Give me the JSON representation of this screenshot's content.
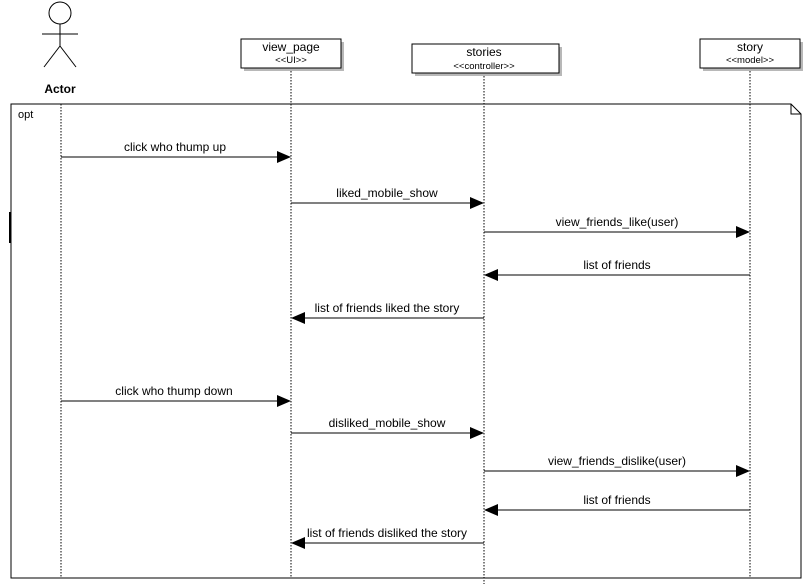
{
  "diagram": {
    "type": "sequence",
    "actor": {
      "label": "Actor"
    },
    "lifelines": [
      {
        "id": "view_page",
        "title": "view_page",
        "stereotype": "<<UI>>"
      },
      {
        "id": "stories",
        "title": "stories",
        "stereotype": "<<controller>>"
      },
      {
        "id": "story",
        "title": "story",
        "stereotype": "<<model>>"
      }
    ],
    "fragment": {
      "operator": "opt"
    },
    "messages": [
      {
        "label": "click who thump up",
        "from": "Actor",
        "to": "view_page",
        "kind": "call"
      },
      {
        "label": "liked_mobile_show",
        "from": "view_page",
        "to": "stories",
        "kind": "call"
      },
      {
        "label": "view_friends_like(user)",
        "from": "stories",
        "to": "story",
        "kind": "call"
      },
      {
        "label": "list of friends",
        "from": "story",
        "to": "stories",
        "kind": "return"
      },
      {
        "label": "list of friends liked the story",
        "from": "stories",
        "to": "view_page",
        "kind": "return"
      },
      {
        "label": "click who thump down",
        "from": "Actor",
        "to": "view_page",
        "kind": "call"
      },
      {
        "label": "disliked_mobile_show",
        "from": "view_page",
        "to": "stories",
        "kind": "call"
      },
      {
        "label": "view_friends_dislike(user)",
        "from": "stories",
        "to": "story",
        "kind": "call"
      },
      {
        "label": "list of friends",
        "from": "story",
        "to": "stories",
        "kind": "return"
      },
      {
        "label": "list of friends disliked the story",
        "from": "stories",
        "to": "view_page",
        "kind": "return"
      }
    ],
    "colors": {
      "line": "#000000",
      "box_fill": "#ffffff",
      "shadow": "#b8b8b8",
      "background": "#ffffff"
    }
  }
}
